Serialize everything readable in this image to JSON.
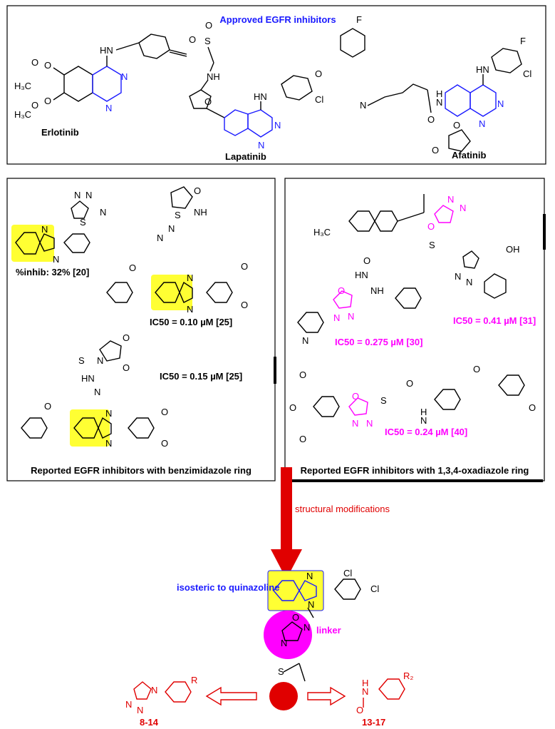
{
  "top_panel": {
    "title": "Approved EGFR inhibitors",
    "drugs": [
      "Erlotinib",
      "Lapatinib",
      "Afatinib"
    ]
  },
  "left_panel": {
    "caption": "Reported EGFR inhibitors with benzimidazole ring",
    "values": [
      "%inhib: 32% [20]",
      "IC50 = 0.10 µM [25]",
      "IC50 = 0.15 µM [25]"
    ]
  },
  "right_panel": {
    "caption": "Reported EGFR inhibitors with 1,3,4-oxadiazole ring",
    "values": [
      "IC50 = 0.41 µM [31]",
      "IC50 = 0.275 µM [30]",
      "IC50 = 0.24 µM [40]"
    ]
  },
  "arrow_label": "structural modifications",
  "design": {
    "isosteric_label": "isosteric to quinazoline",
    "linker_label": "linker",
    "left_series": "8-14",
    "right_series": "13-17"
  },
  "colors": {
    "blue": "#1a1aff",
    "magenta": "#ff00ff",
    "red": "#e00000",
    "yellow": "#ffff33"
  }
}
